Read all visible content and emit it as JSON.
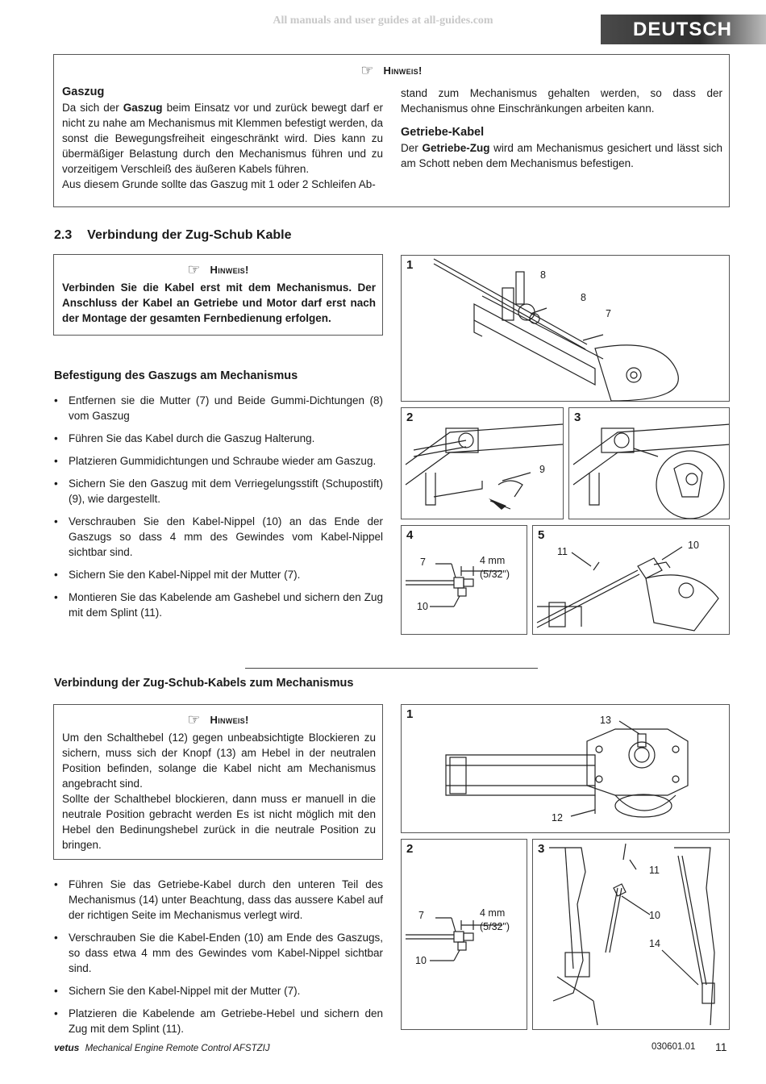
{
  "header": {
    "watermark": "All manuals and user guides at all-guides.com",
    "language": "DEUTSCH"
  },
  "note1": {
    "hint_label": "Hinweis!",
    "heading1": "Gaszug",
    "p1_a": "Da sich der ",
    "p1_bold": "Gaszug",
    "p1_b": " beim Einsatz vor und zurück bewegt darf er nicht zu nahe am Mechanismus mit Klemmen befestigt werden, da sonst die Bewegungsfreiheit eingeschränkt wird. Dies kann zu übermäßiger Belastung durch den Mechanismus führen und zu vorzeitigem Verschleiß des äußeren Kabels führen.",
    "p2": "Aus diesem Grunde sollte das Gaszug mit 1 oder 2 Schleifen Ab-",
    "p2_cont": "stand zum Mechanismus gehalten werden, so dass der Mechanismus ohne Einschränkungen arbeiten kann.",
    "heading2": "Getriebe-Kabel",
    "p3_a": "Der ",
    "p3_bold": "Getriebe-Zug",
    "p3_b": " wird am Mechanismus gesichert und lässt sich am Schott neben dem Mechanismus befestigen."
  },
  "section": {
    "number": "2.3",
    "title": "Verbindung der Zug-Schub Kable"
  },
  "note2": {
    "hint_label": "Hinweis!",
    "text": "Verbinden Sie die Kabel erst mit dem Mechanismus. Der Anschluss der Kabel an Getriebe und Motor darf erst nach der Montage der gesamten Fernbedienung erfolgen."
  },
  "throttle": {
    "heading": "Befestigung des Gaszugs am Mechanismus",
    "items": [
      "Entfernen sie die Mutter (7) und Beide Gummi-Dichtungen (8) vom Gaszug",
      "Führen Sie das Kabel durch die Gaszug Halterung.",
      "Platzieren Gummidichtungen und Schraube wieder am Gaszug.",
      "Sichern Sie den Gaszug mit dem Verriegelungsstift (Schupostift) (9), wie dargestellt.",
      "Verschrauben Sie den Kabel-Nippel (10) an das Ende der Gaszugs so dass 4 mm des Gewindes vom Kabel-Nippel sichtbar sind.",
      "Sichern Sie den Kabel-Nippel mit der Mutter (7).",
      "Montieren Sie das Kabelende am Gashebel und sichern den Zug mit dem Splint (11)."
    ]
  },
  "shift": {
    "heading": "Verbindung der Zug-Schub-Kabels zum Mechanismus",
    "hint_label": "Hinweis!",
    "p1": "Um den Schalthebel (12) gegen unbeabsichtigte Blockieren zu sichern, muss sich der Knopf (13) am Hebel in der neutralen Position befinden, solange die Kabel nicht am Mechanismus angebracht sind.",
    "p2": "Sollte der Schalthebel blockieren, dann muss er manuell in die neutrale Position gebracht werden Es ist nicht möglich mit den Hebel den Bedinungshebel zurück in die neutrale Position zu bringen.",
    "items": [
      "Führen Sie das Getriebe-Kabel durch den unteren Teil des Mechanismus (14) unter Beachtung, dass das aussere Kabel auf der richtigen Seite im Mechanismus verlegt wird.",
      "Verschrauben Sie die Kabel-Enden (10) am Ende des Gaszugs, so dass etwa 4 mm des Gewindes vom Kabel-Nippel sichtbar sind.",
      "Sichern Sie den Kabel-Nippel mit der Mutter (7).",
      "Platzieren die Kabelende am Getriebe-Hebel und sichern den Zug mit dem Splint (11)."
    ]
  },
  "figures": {
    "top": {
      "f1": {
        "num": "1",
        "c1": "8",
        "c2": "8",
        "c3": "7"
      },
      "f2": {
        "num": "2",
        "c1": "9"
      },
      "f3": {
        "num": "3"
      },
      "f4": {
        "num": "4",
        "c7": "7",
        "c10": "10",
        "dim": "4 mm",
        "dim_frac": "(5/32\")"
      },
      "f5": {
        "num": "5",
        "c11": "11",
        "c10": "10"
      }
    },
    "bottom": {
      "f1": {
        "num": "1",
        "c13": "13",
        "c12": "12"
      },
      "f2": {
        "num": "2",
        "c7": "7",
        "c10": "10",
        "dim": "4 mm",
        "dim_frac": "(5/32\")"
      },
      "f3": {
        "num": "3",
        "c11": "11",
        "c10": "10",
        "c14": "14"
      }
    }
  },
  "footer": {
    "brand": "vetus",
    "product": "Mechanical Engine Remote Control AFSTZIJ",
    "doc_code": "030601.01",
    "page": "11"
  }
}
